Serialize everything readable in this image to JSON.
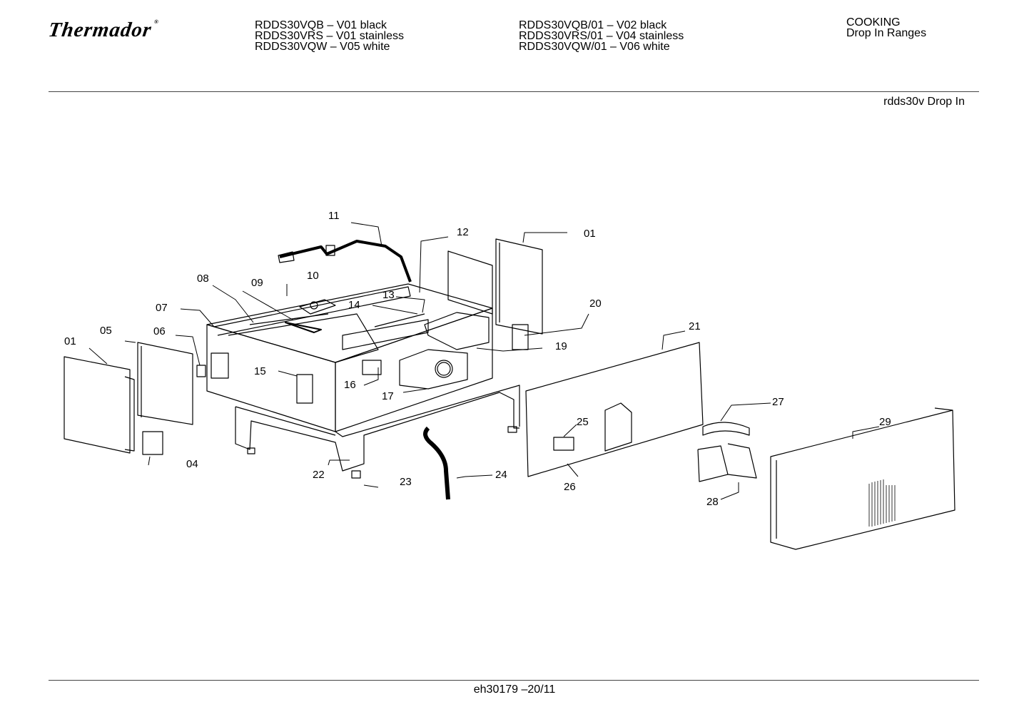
{
  "header": {
    "brand": "Thermador",
    "brand_mark": "®",
    "models_col1": [
      "RDDS30VQB – V01 black",
      "RDDS30VRS – V01 stainless",
      "RDDS30VQW – V05 white"
    ],
    "models_col2": [
      "RDDS30VQB/01 – V02 black",
      "RDDS30VRS/01 – V04 stainless",
      "RDDS30VQW/01 – V06 white"
    ],
    "category": "COOKING",
    "subcategory": "Drop In Ranges"
  },
  "diagram": {
    "title": "rdds30v Drop In",
    "callouts": {
      "c11": "11",
      "c12": "12",
      "c01a": "01",
      "c08": "08",
      "c09": "09",
      "c10": "10",
      "c13": "13",
      "c14": "14",
      "c07": "07",
      "c20": "20",
      "c05": "05",
      "c06": "06",
      "c01b": "01",
      "c21": "21",
      "c19": "19",
      "c15": "15",
      "c16": "16",
      "c17": "17",
      "c27": "27",
      "c25": "25",
      "c29": "29",
      "c04": "04",
      "c22": "22",
      "c24": "24",
      "c23": "23",
      "c26": "26",
      "c28": "28"
    }
  },
  "footer": {
    "doc_id": "eh30179 –20/11"
  }
}
